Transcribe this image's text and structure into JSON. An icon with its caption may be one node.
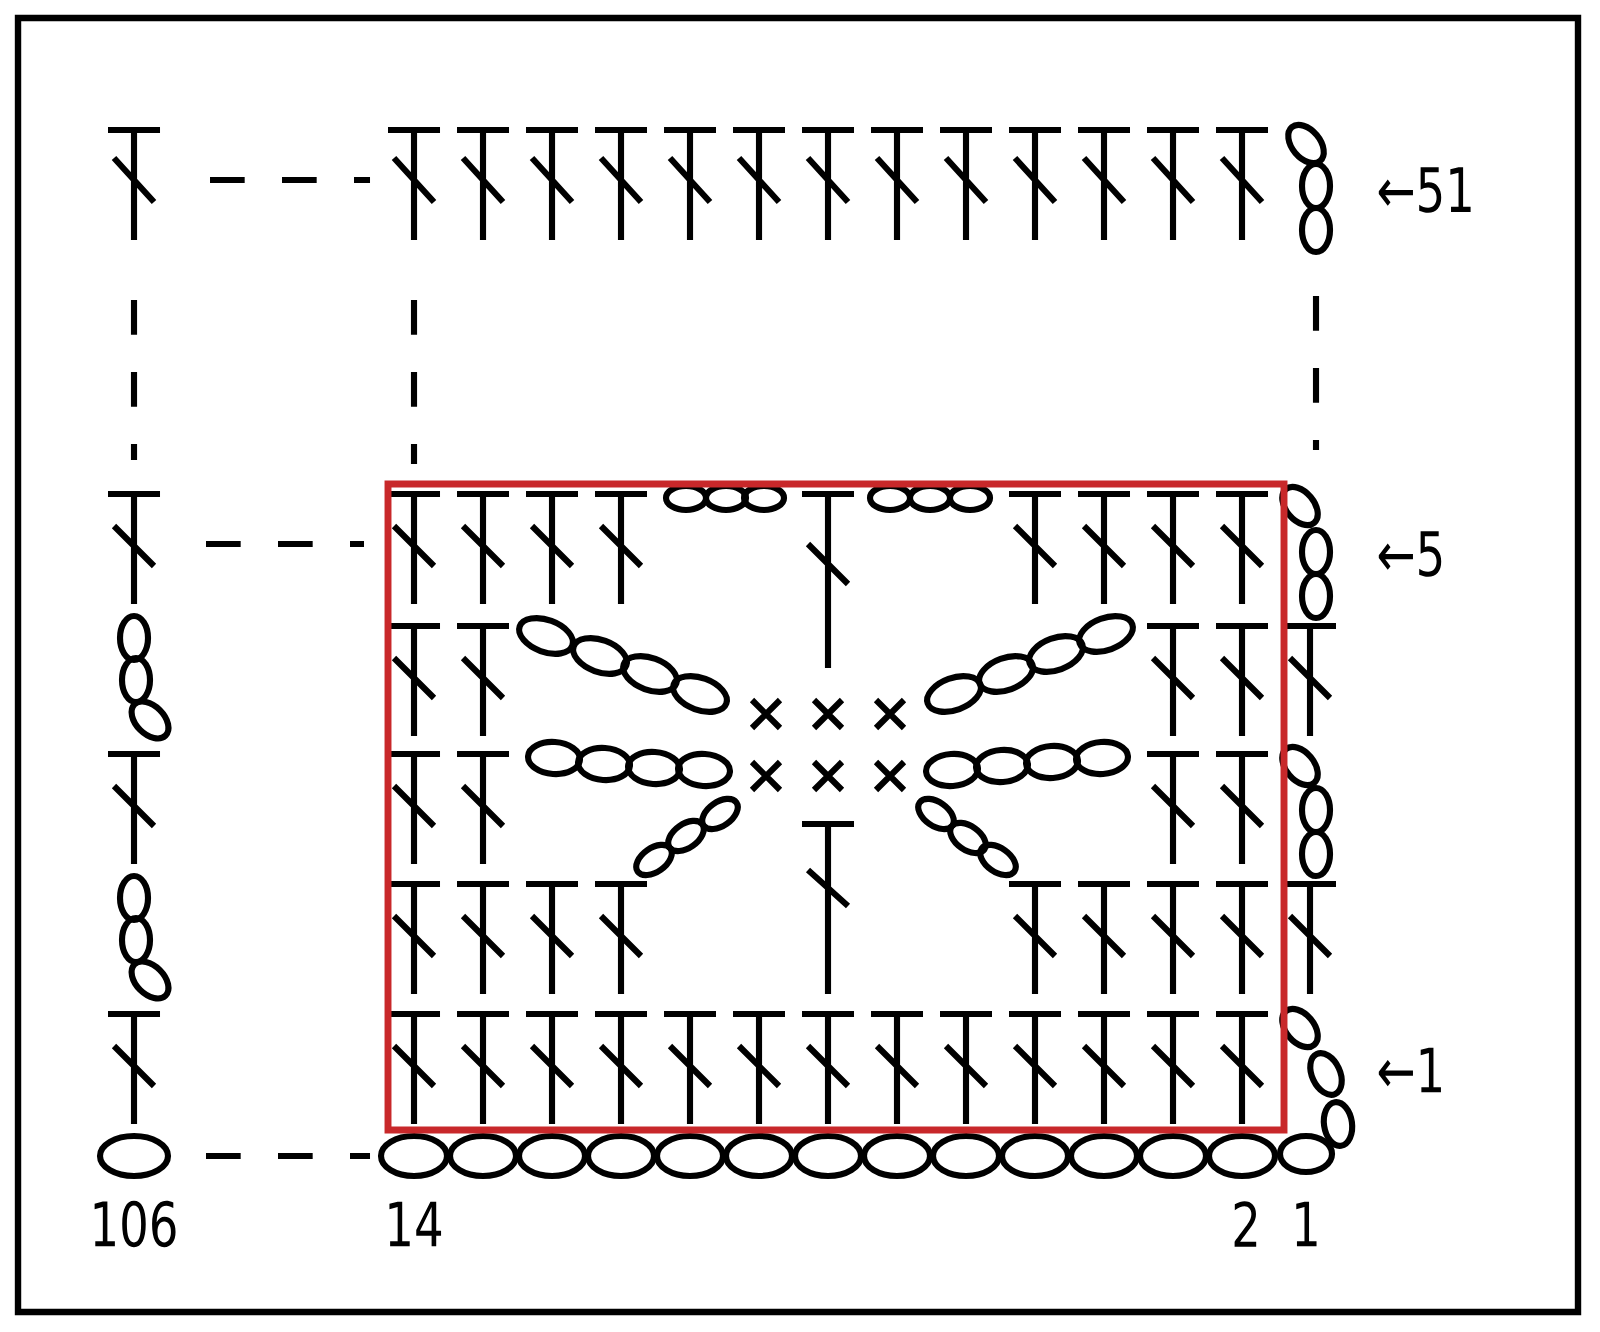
{
  "diagram": {
    "labels": [
      "←51",
      "←5",
      "←1",
      "106",
      "14",
      "2",
      "1"
    ]
  }
}
